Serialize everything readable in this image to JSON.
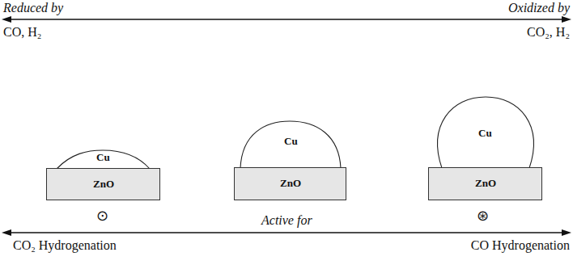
{
  "diagram": {
    "nodes": [
      {
        "text": [
          "Cu"
        ]
      },
      {
        "text": [
          "ZnO"
        ]
      },
      {
        "text": [
          "Cu"
        ]
      },
      {
        "text": [
          "ZnO"
        ]
      },
      {
        "text": [
          "Cu"
        ]
      },
      {
        "text": [
          "ZnO"
        ]
      }
    ],
    "labels": [
      "Reduced by",
      "CO, H₂",
      "Oxidized by",
      "CO₂, H₂",
      "⊙",
      "Active for",
      "⊛",
      "CO₂ Hydrogenation",
      "CO Hydrogenation"
    ]
  }
}
